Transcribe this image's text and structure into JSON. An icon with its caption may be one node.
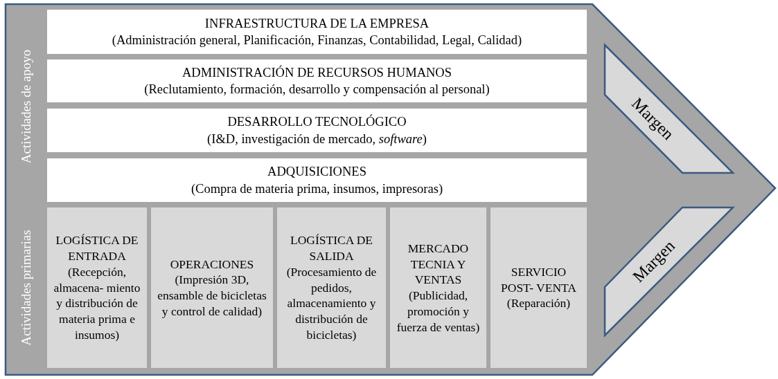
{
  "diagram": {
    "nodes": [
      {
        "text": [
          "Actividades de apoyo",
          "Actividades primarias"
        ]
      },
      {
        "text": [
          "INFRAESTRUCTURA DE LA EMPRESA",
          "(Administración general, Planificación, Finanzas, Contabilidad, Legal, Calidad)"
        ],
        "in": 0
      },
      {
        "text": [
          "ADMINISTRACIÓN DE RECURSOS HUMANOS",
          "(Reclutamiento, formación, desarrollo y compensación al personal)"
        ],
        "in": 0
      },
      {
        "text": [
          "DESARROLLO TECNOLÓGICO",
          "(I&D, investigación de mercado, *software*)"
        ],
        "in": 0
      },
      {
        "text": [
          "ADQUISICIONES",
          "(Compra de materia prima, insumos, impresoras)"
        ],
        "in": 0
      },
      {
        "text": [
          "LOGÍSTICA DE ENTRADA",
          "(Recepción, almacena- miento y distribución de materia prima e insumos)"
        ],
        "in": 0
      },
      {
        "text": [
          "OPERACIONES",
          "(Impresión 3D, ensamble de bicicletas y control de calidad)"
        ],
        "in": 0
      },
      {
        "text": [
          "LOGÍSTICA DE SALIDA",
          "(Procesamiento de pedidos, almacenamiento y distribución de bicicletas)"
        ],
        "in": 0
      },
      {
        "text": [
          "MERCADO TECNIA Y VENTAS",
          "(Publicidad, promoción y fuerza de ventas)"
        ],
        "in": 0
      },
      {
        "text": [
          "SERVICIO POST- VENTA",
          "(Reparación)"
        ],
        "in": 0
      },
      {
        "text": [
          "Margen"
        ],
        "in": 0
      },
      {
        "text": [
          "Margen"
        ],
        "in": 0
      }
    ]
  }
}
